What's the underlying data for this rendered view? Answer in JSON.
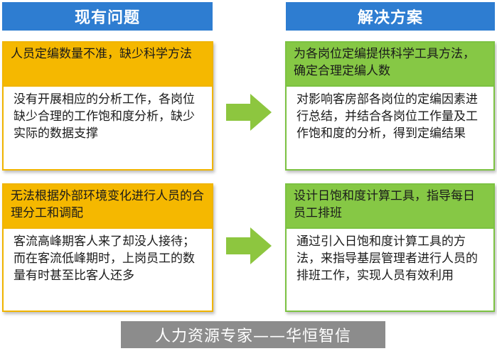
{
  "headers": {
    "left": "现有问题",
    "right": "解决方案"
  },
  "problems": [
    {
      "title": "人员定编数量不准，缺少科学方法",
      "detail": "没有开展相应的分析工作，各岗位缺少合理的工作饱和度分析，缺少实际的数据支撑"
    },
    {
      "title": "无法根据外部环境变化进行人员的合理分工和调配",
      "detail": "客流高峰期客人来了却没人接待；而在客流低峰期时，上岗员工的数量有时甚至比客人还多"
    }
  ],
  "solutions": [
    {
      "title": "为各岗位定编提供科学工具方法，确定合理定编人数",
      "detail": "对影响客房部各岗位的定编因素进行总结，并结合各岗位工作量及工作饱和度的分析，得到定编结果"
    },
    {
      "title": "设计日饱和度计算工具，指导每日员工排班",
      "detail": "通过引入日饱和度计算工具的方法，来指导基层管理者进行人员的排班工作，实现人员有效利用"
    }
  ],
  "footer": "人力资源专家——华恒智信",
  "colors": {
    "header_blue": "#2e7dd1",
    "problem_yellow": "#f5b800",
    "solution_green": "#86c845",
    "arrow_green": "#8dc63f",
    "footer_gray": "#8c8c8c"
  },
  "icons": [
    "right-arrow-icon",
    "right-arrow-icon"
  ]
}
